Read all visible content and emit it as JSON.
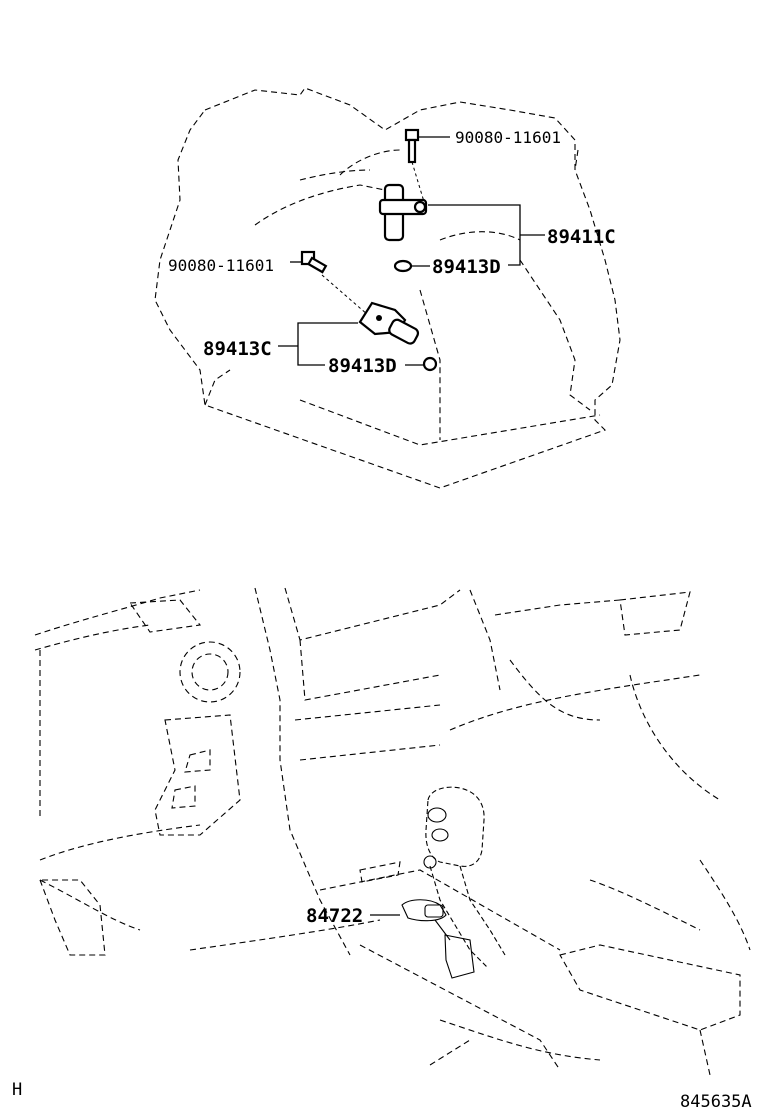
{
  "callouts": {
    "bolt_upper": "90080-11601",
    "bolt_left": "90080-11601",
    "sensor_upper": "89411C",
    "oring_upper": "89413D",
    "sensor_lower": "89413C",
    "oring_lower": "89413D",
    "shift_switch": "84722"
  },
  "footer": {
    "left_mark": "H",
    "diagram_id": "845635A"
  }
}
